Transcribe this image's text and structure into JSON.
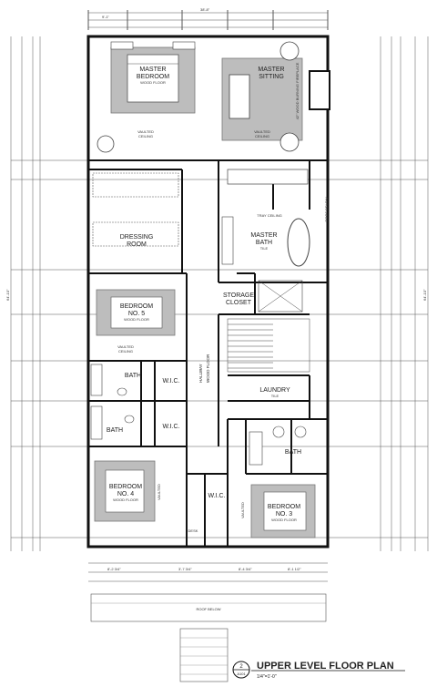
{
  "rooms": {
    "master_bedroom": {
      "name": "MASTER",
      "name2": "BEDROOM",
      "floor": "WOOD FLOOR"
    },
    "master_sitting": {
      "name": "MASTER",
      "name2": "SITTING"
    },
    "dressing_room": {
      "name": "DRESSING",
      "name2": "ROOM"
    },
    "master_bath": {
      "name": "MASTER",
      "name2": "BATH",
      "floor": "TILE"
    },
    "storage_closet": {
      "name": "STORAGE",
      "name2": "CLOSET"
    },
    "bedroom5": {
      "name": "BEDROOM",
      "name2": "NO. 5",
      "floor": "WOOD FLOOR"
    },
    "bath_a": {
      "name": "BATH"
    },
    "bath_b": {
      "name": "BATH"
    },
    "wic_a": {
      "name": "W.I.C."
    },
    "wic_b": {
      "name": "W.I.C."
    },
    "wic_c": {
      "name": "W.I.C."
    },
    "laundry": {
      "name": "LAUNDRY",
      "floor": "TILE"
    },
    "hallway": {
      "name": "HALLWAY",
      "floor": "WOOD FLOOR"
    },
    "bedroom4": {
      "name": "BEDROOM",
      "name2": "NO. 4",
      "floor": "WOOD FLOOR"
    },
    "bedroom3": {
      "name": "BEDROOM",
      "name2": "NO. 3",
      "floor": "WOOD FLOOR"
    },
    "bath_c": {
      "name": "BATH"
    }
  },
  "notes": {
    "vaulted": "VAULTED",
    "ceiling": "CEILING",
    "tray_ceiling": "TRAY CEILING",
    "roof_below": "ROOF BELOW",
    "fireplace": "42\" WOOD BURNING FIREPLACE",
    "desk": "DESK",
    "roof_below_bottom": "ROOF BELOW"
  },
  "dimensions": {
    "top_overall": "38'-8\"",
    "top_left": "9'-1\"",
    "right_overall": "64'-10\"",
    "left_overall": "64'-10\"",
    "bottom_a": "8'-2 3/4\"",
    "bottom_b": "3'-7 3/4\"",
    "bottom_c": "8'-4 3/4\"",
    "bottom_d": "8'-1 1/2\""
  },
  "title_block": {
    "number": "2",
    "sheet": "A101",
    "title": "UPPER LEVEL FLOOR PLAN",
    "scale": "1/4\"=1'-0\""
  }
}
